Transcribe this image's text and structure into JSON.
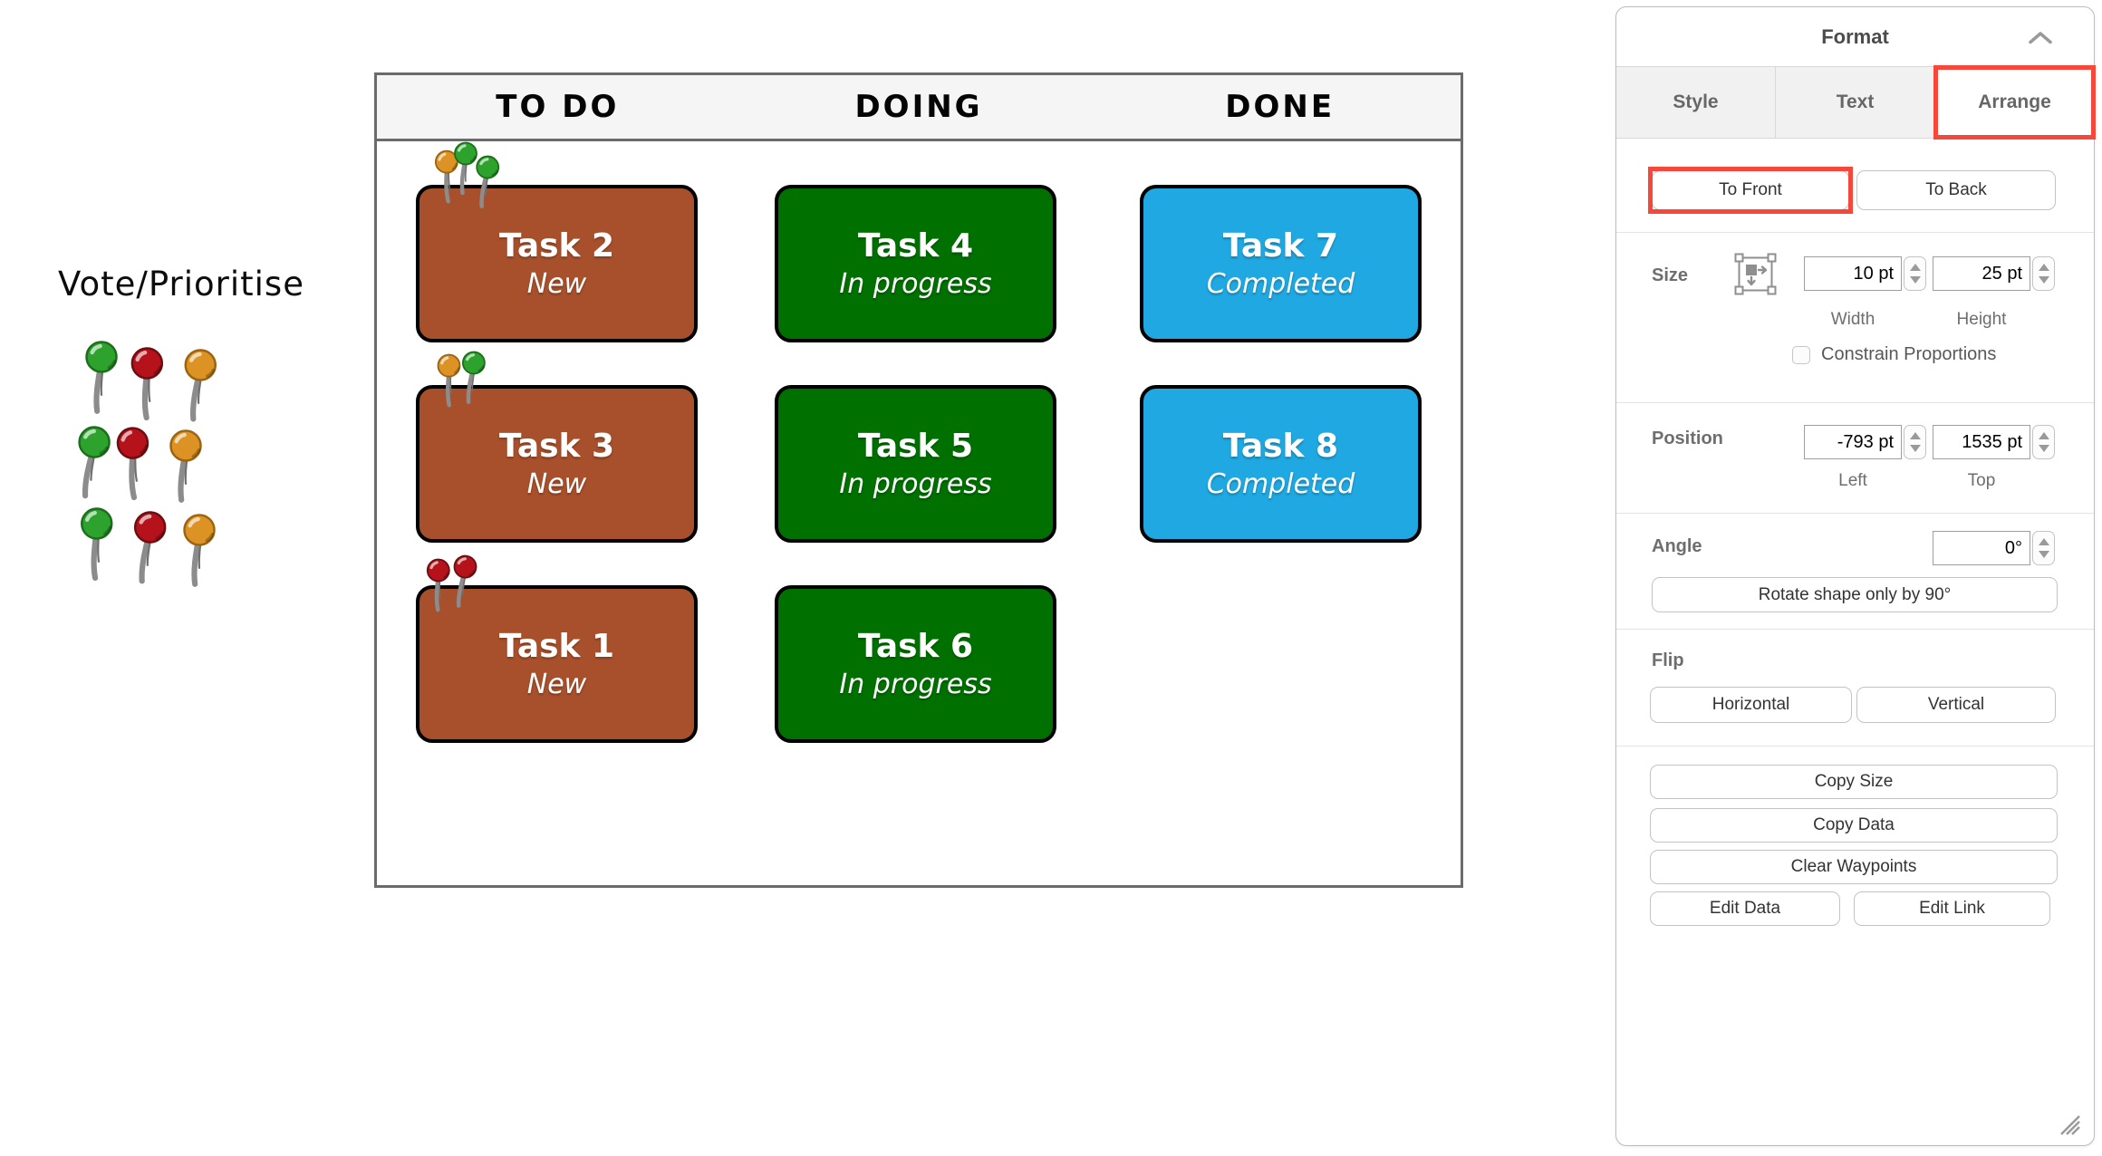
{
  "colors": {
    "card-new": "#A8502B",
    "card-progress": "#007000",
    "card-done": "#1FA8E1",
    "card-border": "#000000",
    "board-header-bg": "#F5F5F5",
    "annotation": "#F5483B",
    "pin-green": "#2DA32D",
    "pin-red": "#B5121B",
    "pin-orange": "#DD9224",
    "pin-stem": "#8C8C8C"
  },
  "vote": {
    "label": "Vote/Prioritise",
    "pin_rows": [
      [
        "green",
        "red",
        "orange"
      ],
      [
        "green",
        "red",
        "orange"
      ],
      [
        "green",
        "red",
        "orange"
      ]
    ]
  },
  "board": {
    "columns": [
      {
        "title": "TO DO"
      },
      {
        "title": "DOING"
      },
      {
        "title": "DONE"
      }
    ],
    "cards": [
      {
        "title": "Task 2",
        "status": "New",
        "type": "new",
        "pins": [
          "orange",
          "green",
          "green"
        ]
      },
      {
        "title": "Task 3",
        "status": "New",
        "type": "new",
        "pins": [
          "orange",
          "green"
        ]
      },
      {
        "title": "Task 1",
        "status": "New",
        "type": "new",
        "pins": [
          "red",
          "red"
        ]
      },
      {
        "title": "Task 4",
        "status": "In progress",
        "type": "progress",
        "pins": []
      },
      {
        "title": "Task 5",
        "status": "In progress",
        "type": "progress",
        "pins": []
      },
      {
        "title": "Task 6",
        "status": "In progress",
        "type": "progress",
        "pins": []
      },
      {
        "title": "Task 7",
        "status": "Completed",
        "type": "done",
        "pins": []
      },
      {
        "title": "Task 8",
        "status": "Completed",
        "type": "done",
        "pins": []
      }
    ]
  },
  "format_panel": {
    "title": "Format",
    "tabs": [
      {
        "label": "Style"
      },
      {
        "label": "Text"
      },
      {
        "label": "Arrange"
      }
    ],
    "arrange": {
      "to_front_label": "To Front",
      "to_back_label": "To Back",
      "size": {
        "label": "Size",
        "width_value": "10 pt",
        "height_value": "25 pt",
        "width_caption": "Width",
        "height_caption": "Height",
        "constrain_label": "Constrain Proportions"
      },
      "position": {
        "label": "Position",
        "left_value": "-793 pt",
        "top_value": "1535 pt",
        "left_caption": "Left",
        "top_caption": "Top"
      },
      "angle": {
        "label": "Angle",
        "value": "0°",
        "rotate_label": "Rotate shape only by 90°"
      },
      "flip": {
        "label": "Flip",
        "horizontal_label": "Horizontal",
        "vertical_label": "Vertical"
      },
      "copy_size_label": "Copy Size",
      "copy_data_label": "Copy Data",
      "clear_waypoints_label": "Clear Waypoints",
      "edit_data_label": "Edit Data",
      "edit_link_label": "Edit Link"
    }
  }
}
